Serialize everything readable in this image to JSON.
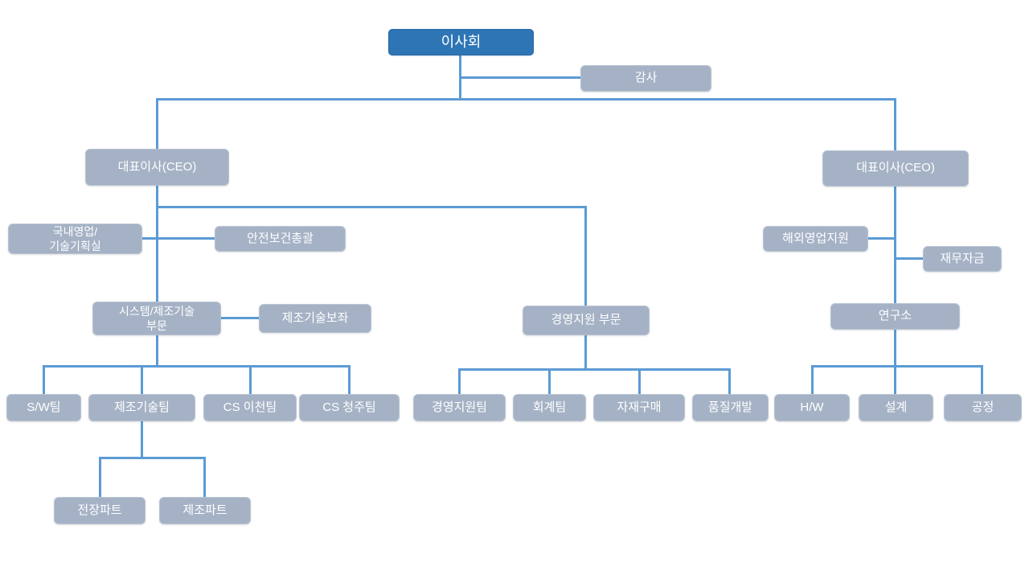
{
  "colors": {
    "background": "#ffffff",
    "board_fill": "#2e75b6",
    "board_border": "#2a6aa8",
    "node_fill": "#a5b2c5",
    "node_border": "#b9c4d3",
    "connector": "#5b9bd5",
    "text": "#ffffff"
  },
  "nodes": {
    "board": "이사회",
    "audit": "감사",
    "ceo_left": "대표이사(CEO)",
    "ceo_right": "대표이사(CEO)",
    "domestic_sales_planning": "국내영업/\n기술기획실",
    "safety_health": "안전보건총괄",
    "system_mfg_division": "시스템/제조기술\n부문",
    "mfg_tech_assistant": "제조기술보좌",
    "mgmt_support_division": "경영지원 부문",
    "overseas_sales_support": "해외영업지원",
    "finance_funds": "재무자금",
    "research_center": "연구소",
    "sw_team": "S/W팀",
    "mfg_tech_team": "제조기술팀",
    "cs_icheon_team": "CS 이천팀",
    "cs_cheongju_team": "CS 청주팀",
    "mgmt_support_team": "경영지원팀",
    "accounting_team": "회계팀",
    "materials_purchase": "자재구매",
    "quality_dev": "품질개발",
    "hw_team": "H/W",
    "design_team": "설계",
    "process_team": "공정",
    "electronics_part": "전장파트",
    "mfg_part": "제조파트"
  }
}
